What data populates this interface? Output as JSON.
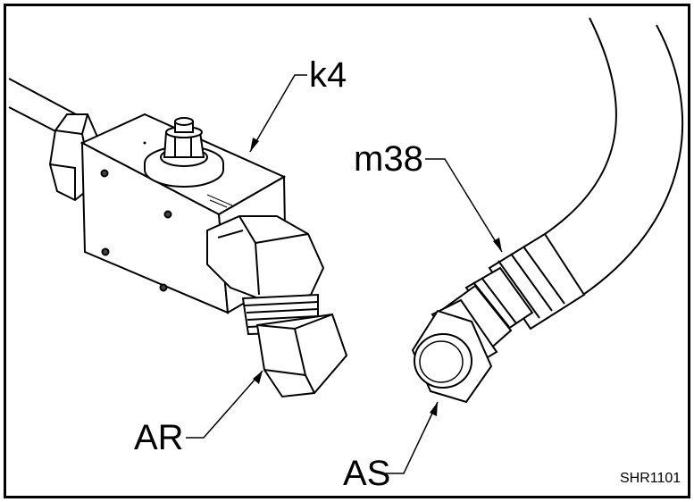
{
  "callouts": {
    "k4": "k4",
    "m38": "m38",
    "ar": "AR",
    "as": "AS"
  },
  "figure_code": "SHR1101",
  "colors": {
    "line": "#000000",
    "fill": "#ffffff",
    "border": "#000000"
  }
}
